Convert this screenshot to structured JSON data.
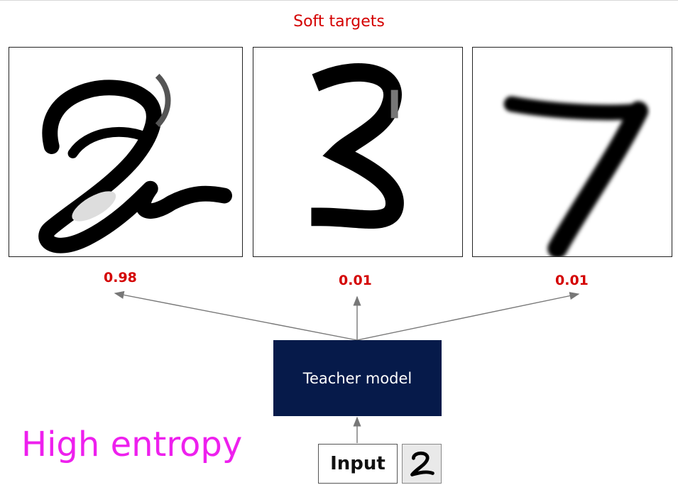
{
  "title": "Soft targets",
  "panels": [
    {
      "digit": "2",
      "probability": "0.98"
    },
    {
      "digit": "3",
      "probability": "0.01"
    },
    {
      "digit": "7",
      "probability": "0.01"
    }
  ],
  "teacher_label": "Teacher model",
  "input_label": "Input",
  "input_digit": "2",
  "caption": "High entropy",
  "colors": {
    "title": "#d40000",
    "probability": "#d40000",
    "teacher_box": "#061a4a",
    "caption": "#ee20ee",
    "arrow": "#777777"
  }
}
